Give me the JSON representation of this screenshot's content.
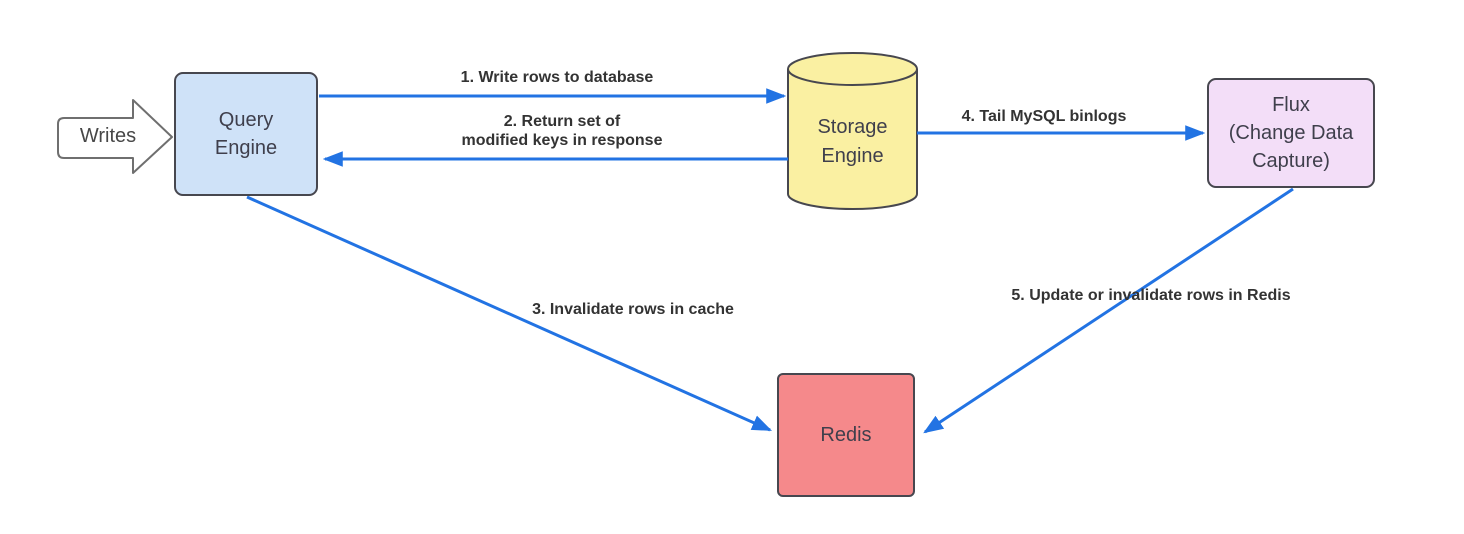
{
  "colors": {
    "background": "#ffffff",
    "arrow-blue": "#2273e3",
    "node-border": "#47474f",
    "node-text": "#3f3f4c",
    "label-text": "#333333",
    "writes-border": "#6f6f6f",
    "writes-fill": "#ffffff",
    "query-fill": "#cfe2f8",
    "storage-fill": "#faf0a2",
    "flux-fill": "#f3def8",
    "redis-fill": "#f5898b"
  },
  "nodes": {
    "writes": {
      "label": "Writes",
      "shape": "block-arrow-right"
    },
    "query_engine": {
      "lines": [
        "Query",
        "Engine"
      ],
      "shape": "rounded-rect"
    },
    "storage_engine": {
      "lines": [
        "Storage",
        "Engine"
      ],
      "shape": "database-cylinder"
    },
    "flux": {
      "lines": [
        "Flux",
        "(Change Data",
        "Capture)"
      ],
      "shape": "rounded-rect"
    },
    "redis": {
      "label": "Redis",
      "shape": "rounded-rect"
    }
  },
  "edges": {
    "e1": {
      "label": "1. Write rows to database",
      "from": "query_engine",
      "to": "storage_engine"
    },
    "e2": {
      "lines": [
        "2. Return set of",
        "modified keys in response"
      ],
      "from": "storage_engine",
      "to": "query_engine"
    },
    "e3": {
      "label": "3. Invalidate rows in cache",
      "from": "query_engine",
      "to": "redis"
    },
    "e4": {
      "label": "4. Tail MySQL binlogs",
      "from": "storage_engine",
      "to": "flux"
    },
    "e5": {
      "label": "5. Update or invalidate rows in Redis",
      "from": "flux",
      "to": "redis"
    }
  }
}
